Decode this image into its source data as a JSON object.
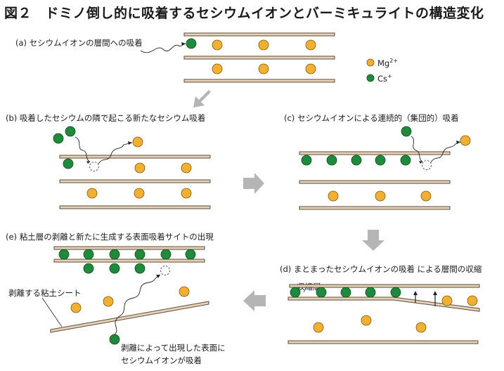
{
  "title": "図２　ドミノ倒し的に吸着するセシウムイオンとバーミキュライトの構造変化",
  "legend": {
    "mg_label": "Mg",
    "mg_sup": "2+",
    "cs_label": "Cs",
    "cs_sup": "+"
  },
  "panels": {
    "a": {
      "label": "(a) セシウムイオンの層間への吸着"
    },
    "b": {
      "label": "(b) 吸着したセシウムの隣で起こる新たなセシウム吸着"
    },
    "c": {
      "label": "(c) セシウムイオンによる連続的（集団的）吸着"
    },
    "d": {
      "label": "(d) まとまったセシウムイオンの吸着 による層間の収縮",
      "annotation": "収縮層"
    },
    "e": {
      "label": "(e) 粘土層の剥離と新たに生成する表面吸着サイトの出現",
      "annotation_sheet": "剥離する粘土シート",
      "annotation_surface_1": "剥離によって出現した表面に",
      "annotation_surface_2": "セシウムイオンが吸着"
    }
  },
  "colors": {
    "mg": "#f2b033",
    "cs": "#1f8a3c",
    "sheet": "#e6d3b8",
    "arrow": "#b5b5b5"
  }
}
